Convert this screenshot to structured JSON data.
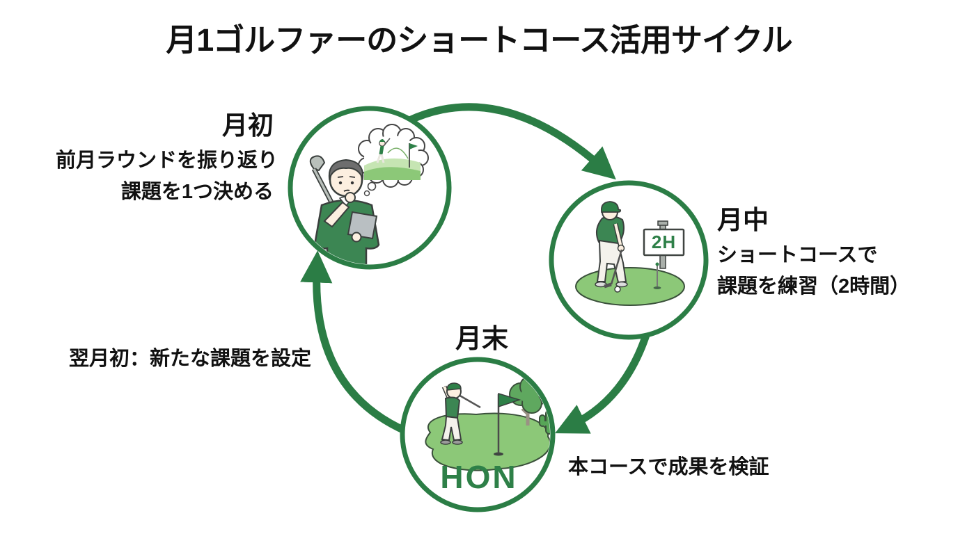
{
  "title": "月1ゴルファーのショートコース活用サイクル",
  "colors": {
    "cycle_green": "#2b7d45",
    "turf_green": "#8cc878",
    "badge_green": "#2e8048",
    "text": "#111111"
  },
  "steps": [
    {
      "label": "月初",
      "line1": "前月ラウンドを振り返り",
      "line2": "課題を1つ決める"
    },
    {
      "label": "月中",
      "line1": "ショートコースで",
      "line2": "課題を練習（2時間）",
      "sign_label": "2H"
    },
    {
      "label": "月末",
      "line1": "本コースで成果を検証",
      "badge": "HON"
    }
  ],
  "loop_note": "翌月初：新たな課題を設定"
}
